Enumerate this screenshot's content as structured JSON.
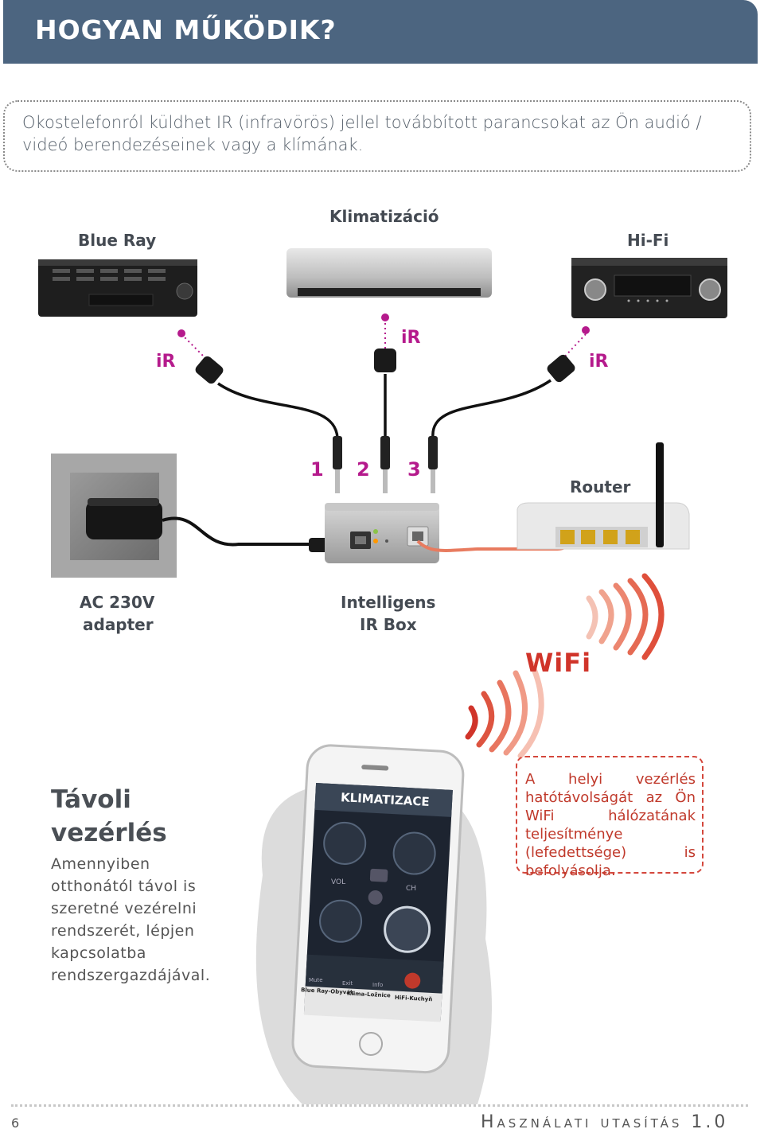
{
  "header": {
    "title": "HOGYAN MŰKÖDIK?"
  },
  "intro": {
    "text": "Okostelefonról küldhet IR (infravörös) jellel továbbított parancsokat az Ön audió / videó berendezéseinek vagy a klímának."
  },
  "devices": {
    "bluray": "Blue Ray",
    "klima": "Klimatizáció",
    "hifi": "Hi-Fi",
    "router": "Router",
    "adapter_line1": "AC 230V",
    "adapter_line2": "adapter",
    "irbox_line1": "Intelligens",
    "irbox_line2": "IR Box"
  },
  "ir_labels": {
    "left": "iR",
    "center": "iR",
    "right": "iR"
  },
  "ports": {
    "p1": "1",
    "p2": "2",
    "p3": "3"
  },
  "wifi": {
    "label": "WiFi",
    "note": "A helyi vezérlés hatótávolságát az Ön WiFi hálózatának teljesítménye (lefedettsége) is befolyásolja."
  },
  "remote": {
    "title_line1": "Távoli",
    "title_line2": "vezérlés",
    "description": "Amennyiben otthonától távol is szeretné vezérelni rendszerét, lépjen kapcsolatba rendszergazdájával."
  },
  "phone": {
    "screen_title": "KLIMATIZACE",
    "vol": "VOL",
    "ch": "CH",
    "mute": "Mute",
    "exit": "Exit",
    "info": "Info",
    "tab1": "Blue Ray-Obyvák",
    "tab2": "Klima-Ložnice",
    "tab3": "HiFi-Kuchyň"
  },
  "footer": {
    "page": "6",
    "title": "Használati utasítás 1.0"
  },
  "colors": {
    "header": "#4c6580",
    "ir": "#b51a8c",
    "wifi": "#d0342a"
  }
}
